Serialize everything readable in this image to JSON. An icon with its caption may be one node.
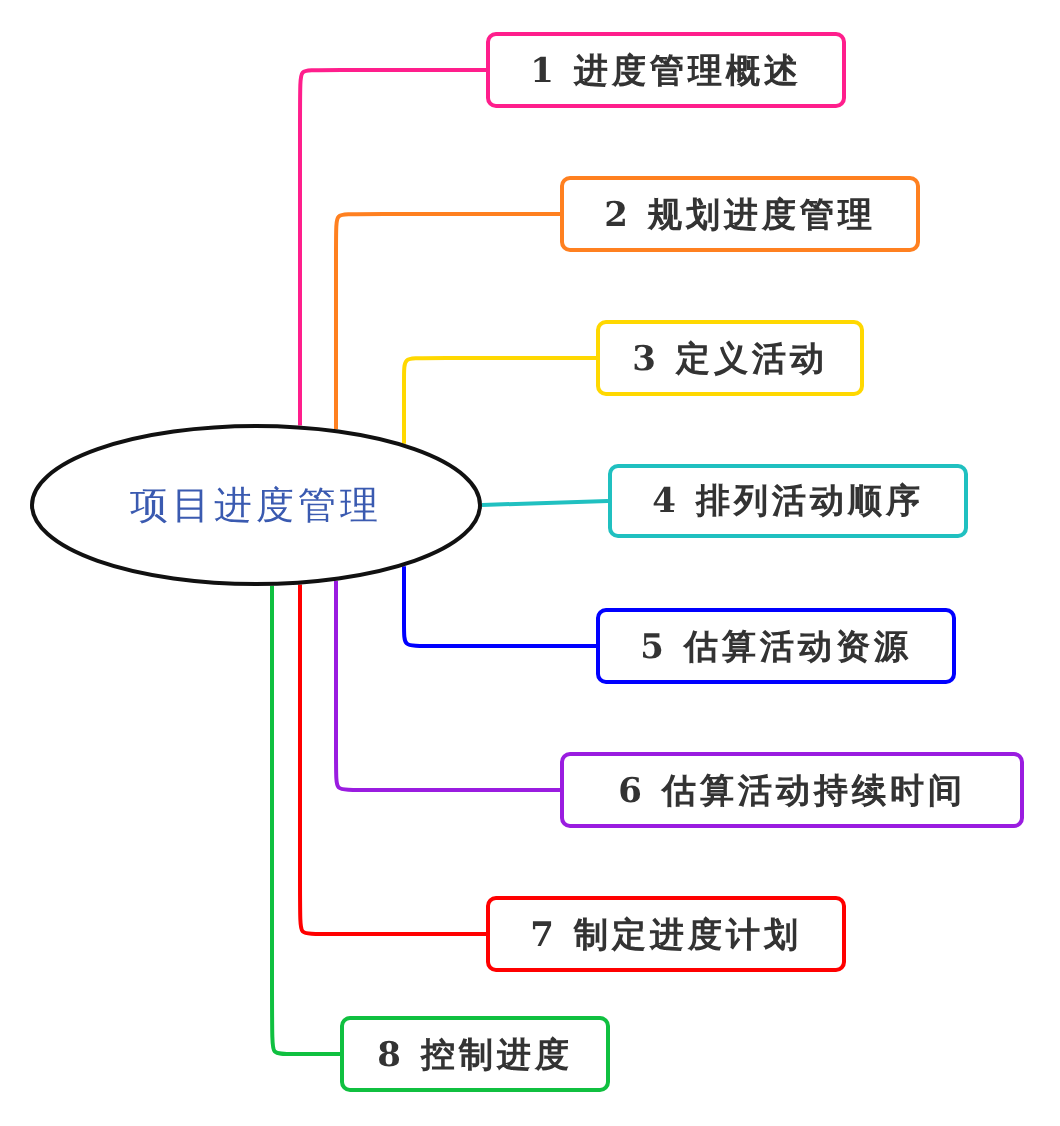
{
  "diagram": {
    "nodes": [
      {
        "text": [
          "项目进度管理"
        ]
      },
      {
        "text": [
          "1 进度管理概述"
        ]
      },
      {
        "text": [
          "2 规划进度管理"
        ]
      },
      {
        "text": [
          "3 定义活动"
        ]
      },
      {
        "text": [
          "4 排列活动顺序"
        ]
      },
      {
        "text": [
          "5 估算活动资源"
        ]
      },
      {
        "text": [
          "6 估算活动持续时间"
        ]
      },
      {
        "text": [
          "7 制定进度计划"
        ]
      },
      {
        "text": [
          "8 控制进度"
        ]
      }
    ],
    "edges": [
      {
        "from": 0,
        "to": 1,
        "arrow": "none",
        "color": "#ff1e8c"
      },
      {
        "from": 0,
        "to": 2,
        "arrow": "none",
        "color": "#ff8020"
      },
      {
        "from": 0,
        "to": 3,
        "arrow": "none",
        "color": "#ffd800"
      },
      {
        "from": 0,
        "to": 4,
        "arrow": "none",
        "color": "#20c0c0"
      },
      {
        "from": 0,
        "to": 5,
        "arrow": "none",
        "color": "#0000ff"
      },
      {
        "from": 0,
        "to": 6,
        "arrow": "none",
        "color": "#9a1ce0"
      },
      {
        "from": 0,
        "to": 7,
        "arrow": "none",
        "color": "#ff0000"
      },
      {
        "from": 0,
        "to": 8,
        "arrow": "none",
        "color": "#10c040"
      }
    ]
  }
}
